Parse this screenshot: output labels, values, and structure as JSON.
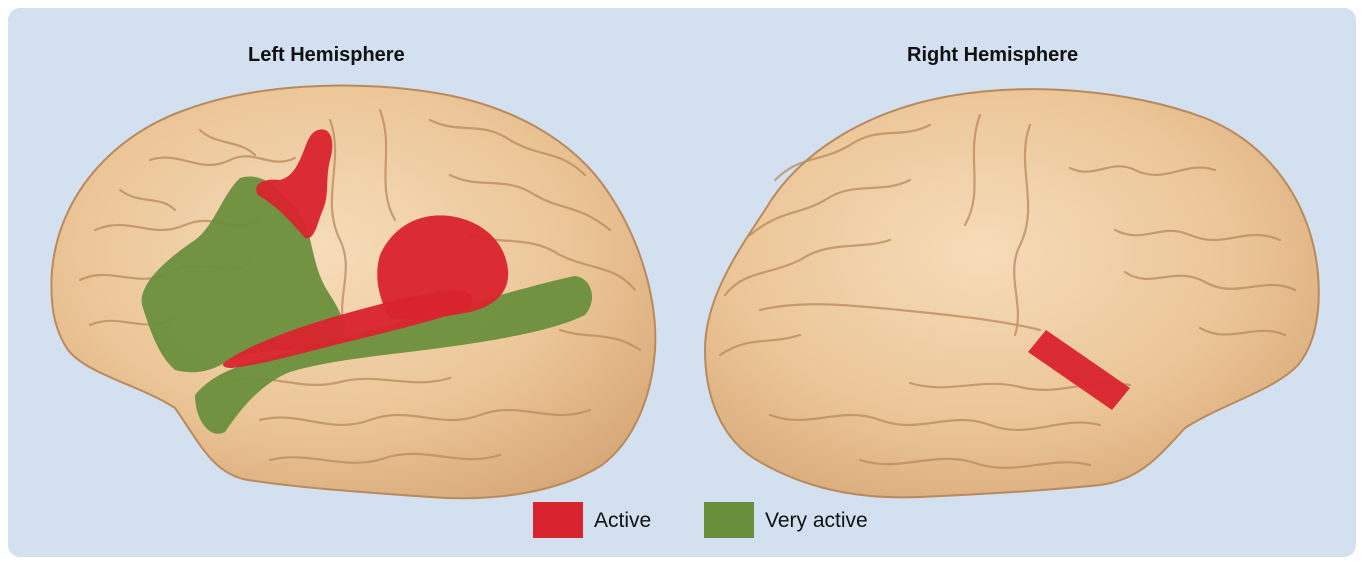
{
  "titles": {
    "left": "Left Hemisphere",
    "right": "Right Hemisphere"
  },
  "legend": [
    {
      "label": "Active",
      "color": "#d9232e"
    },
    {
      "label": "Very active",
      "color": "#6a8f3c"
    }
  ],
  "colors": {
    "background": "#d3e0ef",
    "brain": "#eac59b",
    "active": "#d9232e",
    "very_active": "#6a8f3c"
  }
}
